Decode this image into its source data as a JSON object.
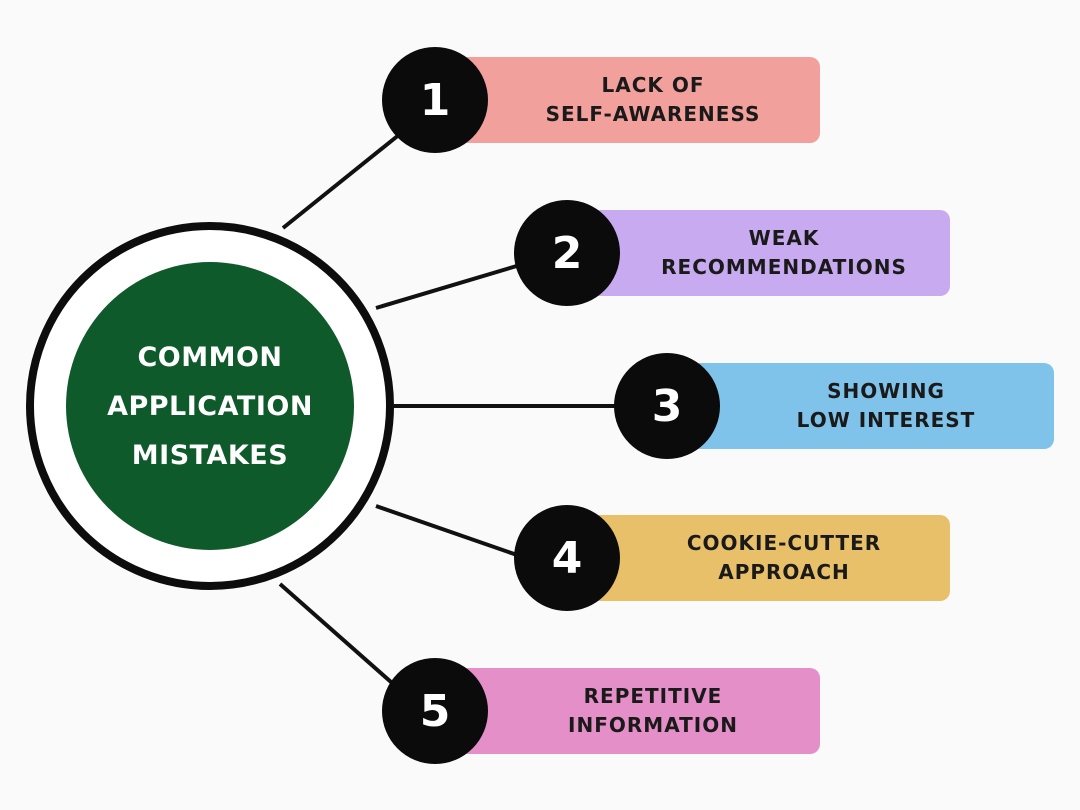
{
  "hub": {
    "title": "COMMON\nAPPLICATION\nMISTAKES",
    "color": "#0f5a2b"
  },
  "steps": [
    {
      "number": "1",
      "label": "LACK OF\nSELF-AWARENESS",
      "color": "#f2a09c"
    },
    {
      "number": "2",
      "label": "WEAK\nRECOMMENDATIONS",
      "color": "#c7aaf0"
    },
    {
      "number": "3",
      "label": "SHOWING\nLOW INTEREST",
      "color": "#7fc3ea"
    },
    {
      "number": "4",
      "label": "COOKIE-CUTTER\nAPPROACH",
      "color": "#e8c069"
    },
    {
      "number": "5",
      "label": "REPETITIVE\nINFORMATION",
      "color": "#e58fc9"
    }
  ]
}
